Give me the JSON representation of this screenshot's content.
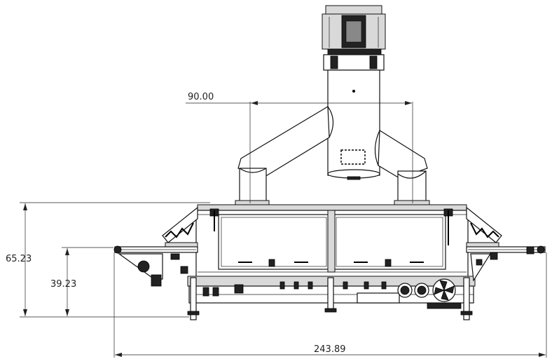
{
  "dimensions": {
    "duct_spacing": "90.00",
    "overall_height": "65.23",
    "conveyor_height": "39.23",
    "overall_width": "243.89"
  }
}
